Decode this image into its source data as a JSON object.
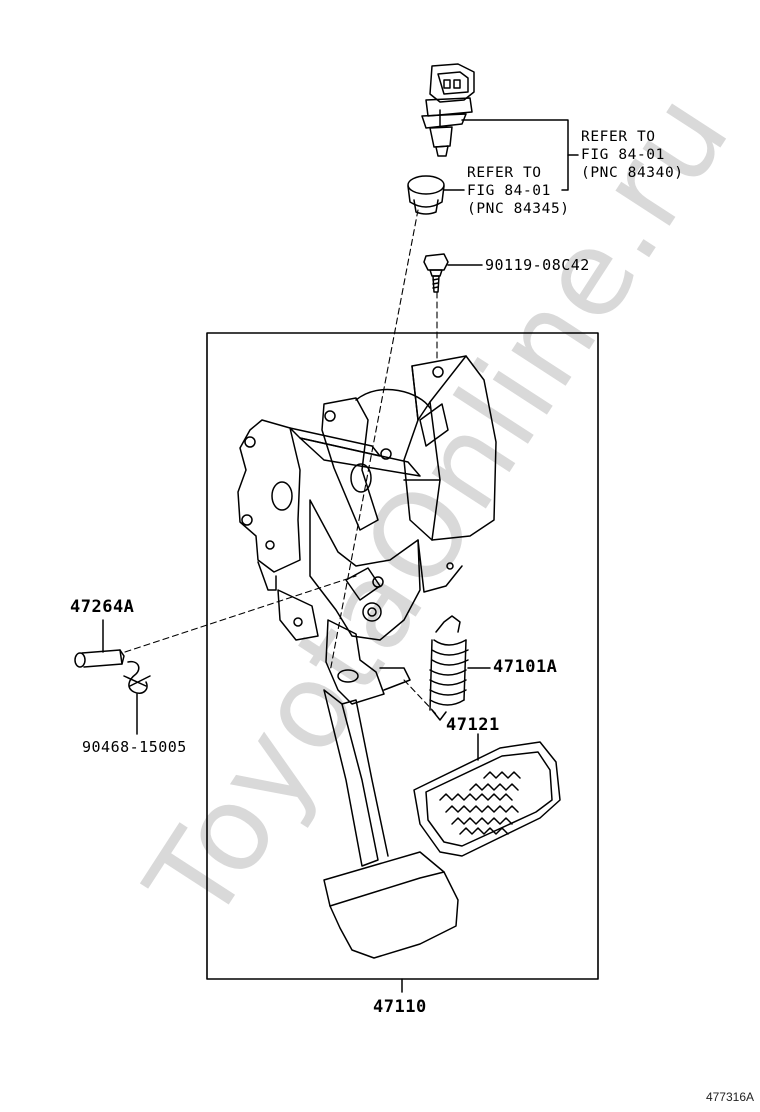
{
  "watermark": "ToyotaOnline.ru",
  "labels": {
    "part_47264A": "47264A",
    "part_90468": "90468-15005",
    "part_90119": "90119-08C42",
    "part_47101A": "47101A",
    "part_47121": "47121",
    "part_47110": "47110"
  },
  "refs": {
    "upper": {
      "line1": "REFER TO",
      "line2": "FIG 84-01",
      "line3": "(PNC 84340)"
    },
    "lower": {
      "line1": "REFER TO",
      "line2": "FIG 84-01",
      "line3": "(PNC 84345)"
    }
  },
  "figure_code": "477316A"
}
